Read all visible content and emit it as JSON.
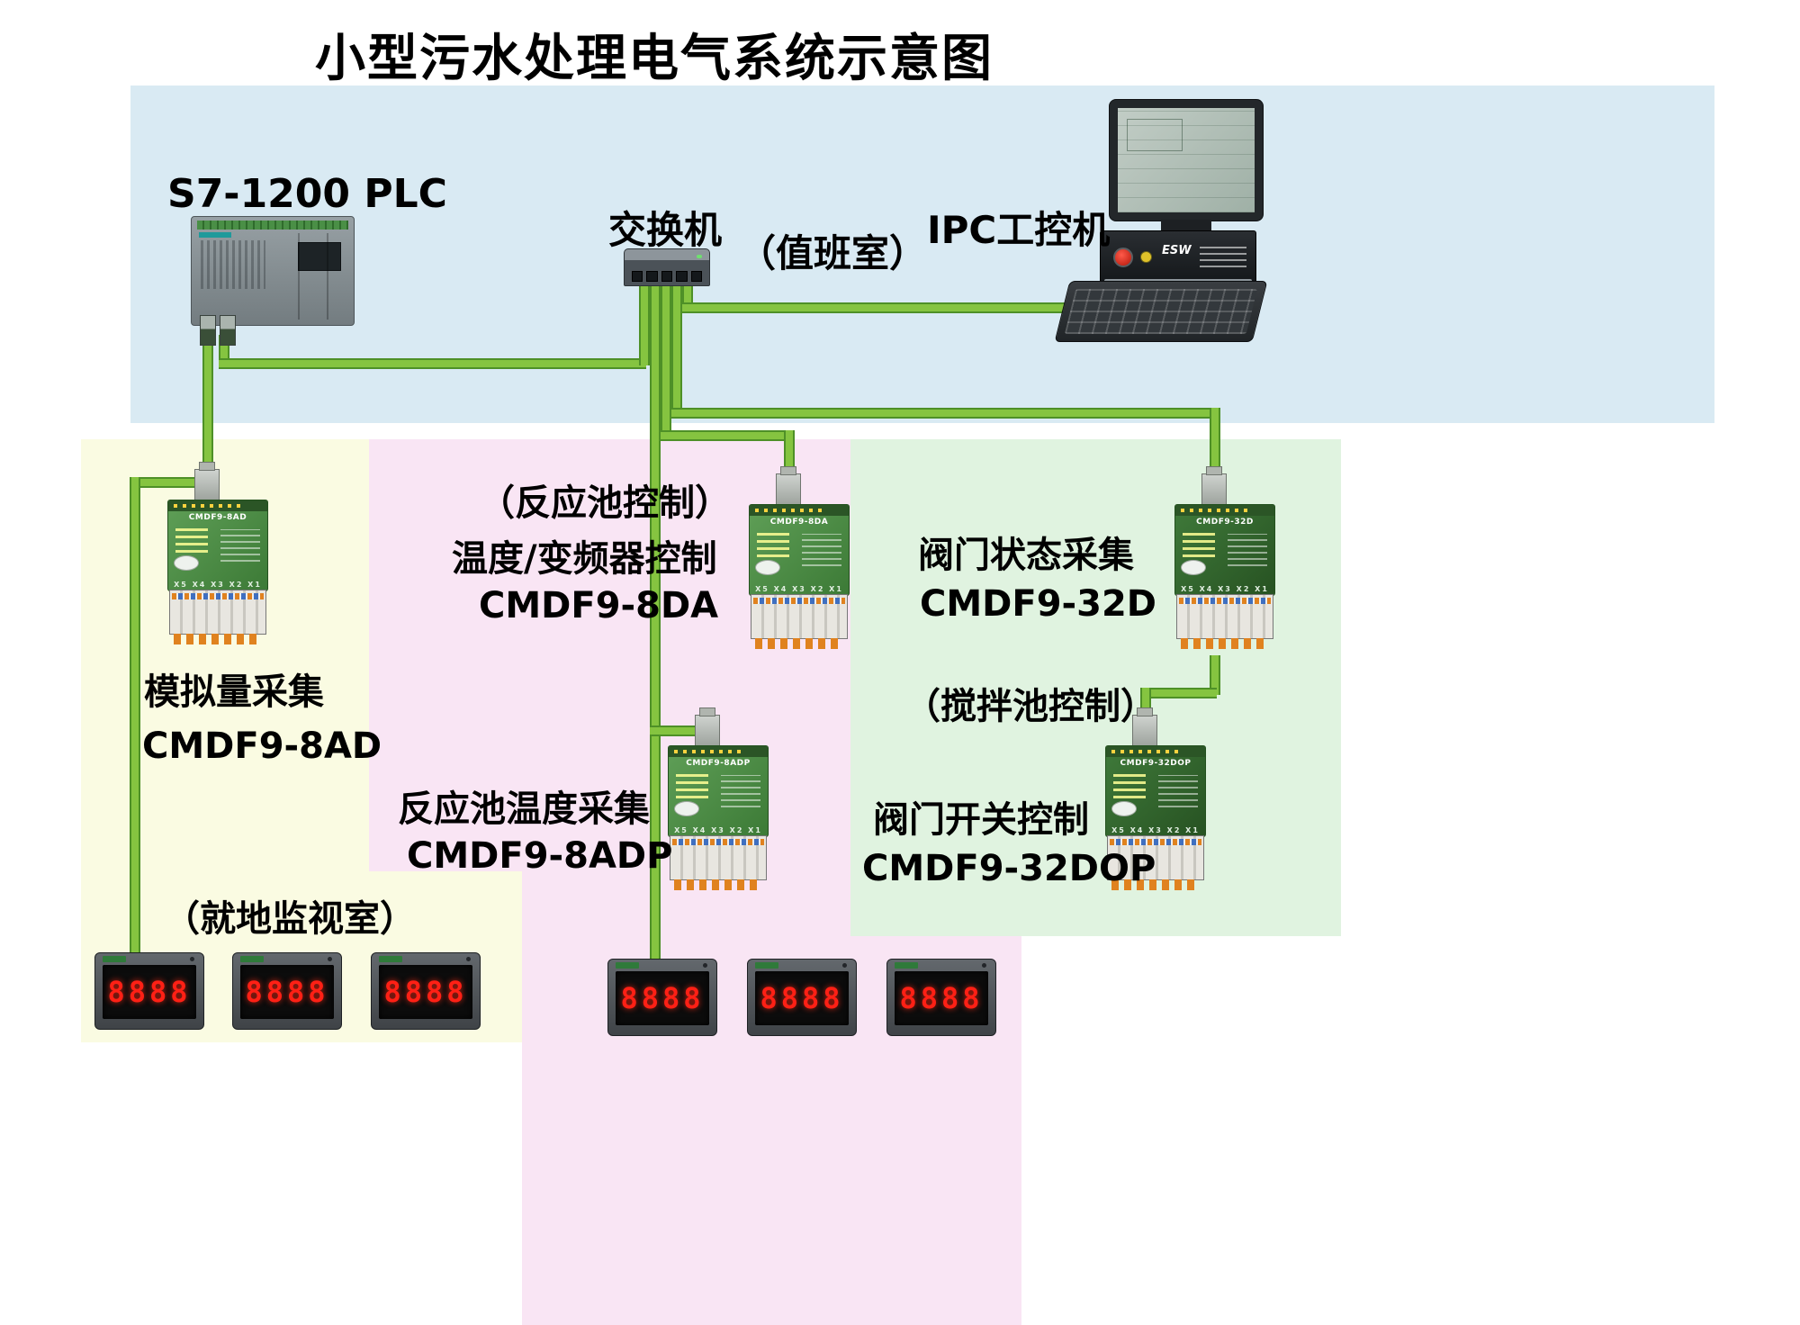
{
  "title": "小型污水处理电气系统示意图",
  "top_zone": {
    "plc_label": "S7-1200  PLC",
    "switch_label": "交换机",
    "duty_room_label": "（值班室）",
    "ipc_label": "IPC工控机",
    "ipc_unit_text": "ESW"
  },
  "left_zone": {
    "function_label": "模拟量采集",
    "model_label": "CMDF9-8AD",
    "room_label": "（就地监视室）"
  },
  "center_zone": {
    "control_label": "（反应池控制）",
    "upper_function_label": "温度/变频器控制",
    "upper_model_label": "CMDF9-8DA",
    "lower_function_label": "反应池温度采集",
    "lower_model_label": "CMDF9-8ADP"
  },
  "right_zone": {
    "upper_function_label": "阀门状态采集",
    "upper_model_label": "CMDF9-32D",
    "control_label": "（搅拌池控制）",
    "lower_function_label": "阀门开关控制",
    "lower_model_label": "CMDF9-32DOP"
  },
  "modules": [
    {
      "name": "CMDF9-8AD",
      "ports": "X5 X4 X3 X2 X1"
    },
    {
      "name": "CMDF9-8DA",
      "ports": "X5 X4 X3 X2 X1"
    },
    {
      "name": "CMDF9-32D",
      "ports": "X5 X4 X3 X2 X1"
    },
    {
      "name": "CMDF9-8ADP",
      "ports": "X5 X4 X3 X2 X1"
    },
    {
      "name": "CMDF9-32DOP",
      "ports": "X5 X4 X3 X2 X1"
    }
  ],
  "meter_display": "8888",
  "colors": {
    "cable_green": "#85c440",
    "zone_blue": "#d9eaf3",
    "zone_yellow": "#fafbe2",
    "zone_pink": "#f9e5f4",
    "zone_green": "#e0f3e0"
  }
}
